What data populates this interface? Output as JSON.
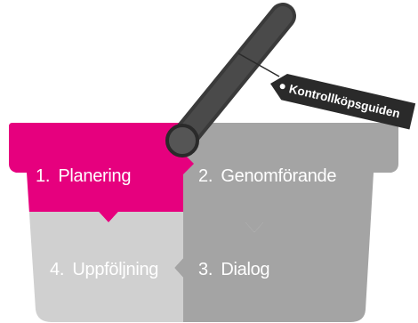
{
  "diagram": {
    "tag_label": "Kontrollköpsguiden",
    "steps": [
      {
        "number": "1.",
        "label": "Planering"
      },
      {
        "number": "2.",
        "label": "Genomförande"
      },
      {
        "number": "3.",
        "label": "Dialog"
      },
      {
        "number": "4.",
        "label": "Uppföljning"
      }
    ],
    "colors": {
      "active": "#e6007e",
      "dark_gray": "#a4a4a4",
      "light_gray": "#d0d0d0",
      "handle": "#3a3a3a",
      "tag": "#2a2a2a",
      "text": "#ffffff"
    }
  }
}
